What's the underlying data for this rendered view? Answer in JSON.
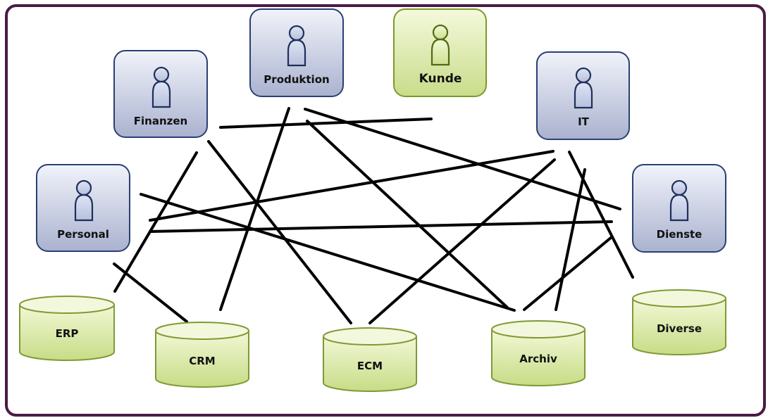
{
  "roles": [
    {
      "id": "finanzen",
      "label": "Finanzen"
    },
    {
      "id": "produktion",
      "label": "Produktion"
    },
    {
      "id": "kunde",
      "label": "Kunde"
    },
    {
      "id": "it",
      "label": "IT"
    },
    {
      "id": "personal",
      "label": "Personal"
    },
    {
      "id": "dienste",
      "label": "Dienste"
    }
  ],
  "systems": [
    {
      "id": "erp",
      "label": "ERP"
    },
    {
      "id": "crm",
      "label": "CRM"
    },
    {
      "id": "ecm",
      "label": "ECM"
    },
    {
      "id": "archiv",
      "label": "Archiv"
    },
    {
      "id": "diverse",
      "label": "Diverse"
    }
  ],
  "colors": {
    "frame": "#4a1a45",
    "role_fill_top": "#f1f3fa",
    "role_fill_bottom": "#aab2cf",
    "role_stroke": "#2a3f73",
    "customer_fill_top": "#f4f9dc",
    "customer_fill_bottom": "#c9dc8a",
    "customer_stroke": "#7a9a2a",
    "db_fill_top": "#f2f8d6",
    "db_fill_bottom": "#c7dc86",
    "db_stroke": "#7f9a35",
    "line": "#000000"
  }
}
